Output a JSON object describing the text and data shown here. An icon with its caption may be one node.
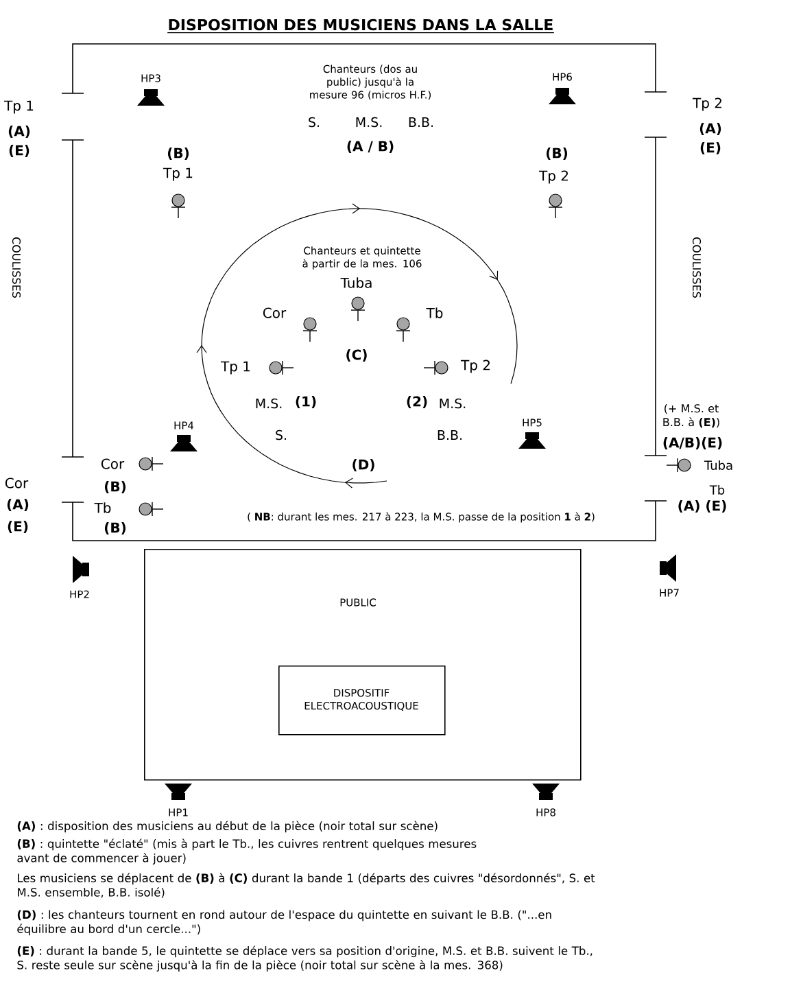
{
  "diagram": {
    "title": "DISPOSITION DES MUSICIENS DANS LA SALLE",
    "nodes": [
      {
        "text": [
          "PUBLIC"
        ]
      },
      {
        "text": [
          "DISPOSITIF ELECTROACOUSTIQUE"
        ],
        "in": 0
      }
    ],
    "labels": [
      "Tp 1",
      "(A)",
      "(E)",
      "HP3",
      "Chanteurs (dos au public) jusqu'à la mesure 96 (micros H.F.)",
      "S.",
      "M.S.",
      "B.B.",
      "(A / B)",
      "HP6",
      "Tp 2",
      "(A)",
      "(E)",
      "(B)",
      "Tp 1",
      "(B)",
      "Tp 2",
      "COULISSES",
      "COULISSES",
      "Chanteurs et quintette à partir de la mes. 106",
      "Tuba",
      "Cor",
      "Tb",
      "(C)",
      "Tp 1",
      "Tp 2",
      "M.S.",
      "(1)",
      "(2)",
      "M.S.",
      "(+ M.S. et B.B. à **(E)**)",
      "HP4",
      "S.",
      "B.B.",
      "HP5",
      "(A/B)(E)",
      "Cor",
      "(D)",
      "Tuba",
      "Cor",
      "(B)",
      "Tb",
      "(A)",
      "Tb",
      "( **NB**: durant les mes. 217 à 223, la M.S. passe de la position **1** à **2**)",
      "(A) (E)",
      "(E)",
      "(B)",
      "HP2",
      "HP7",
      "HP1",
      "HP8",
      "**(A)** : disposition des musiciens au début de la pièce (noir total sur scène)",
      "**(B)** : quintette \"éclaté\" (mis à part le Tb., les cuivres rentrent quelques mesures avant de commencer à jouer)",
      "Les musiciens se déplacent de **(B)** à **(C)** durant la bande 1 (départs des cuivres \"désordonnés\", S. et M.S. ensemble, B.B. isolé)",
      "**(D)** : les chanteurs tournent en rond autour de l'espace du quintette en suivant le B.B. (\"...en équilibre au bord d'un cercle...\")",
      "**(E)** : durant la bande 5, le quintette se déplace vers sa position d'origine, M.S. et B.B. suivent le Tb., S. reste seule sur scène jusqu'à la fin de la pièce (noir total sur scène à la mes. 368)"
    ]
  }
}
